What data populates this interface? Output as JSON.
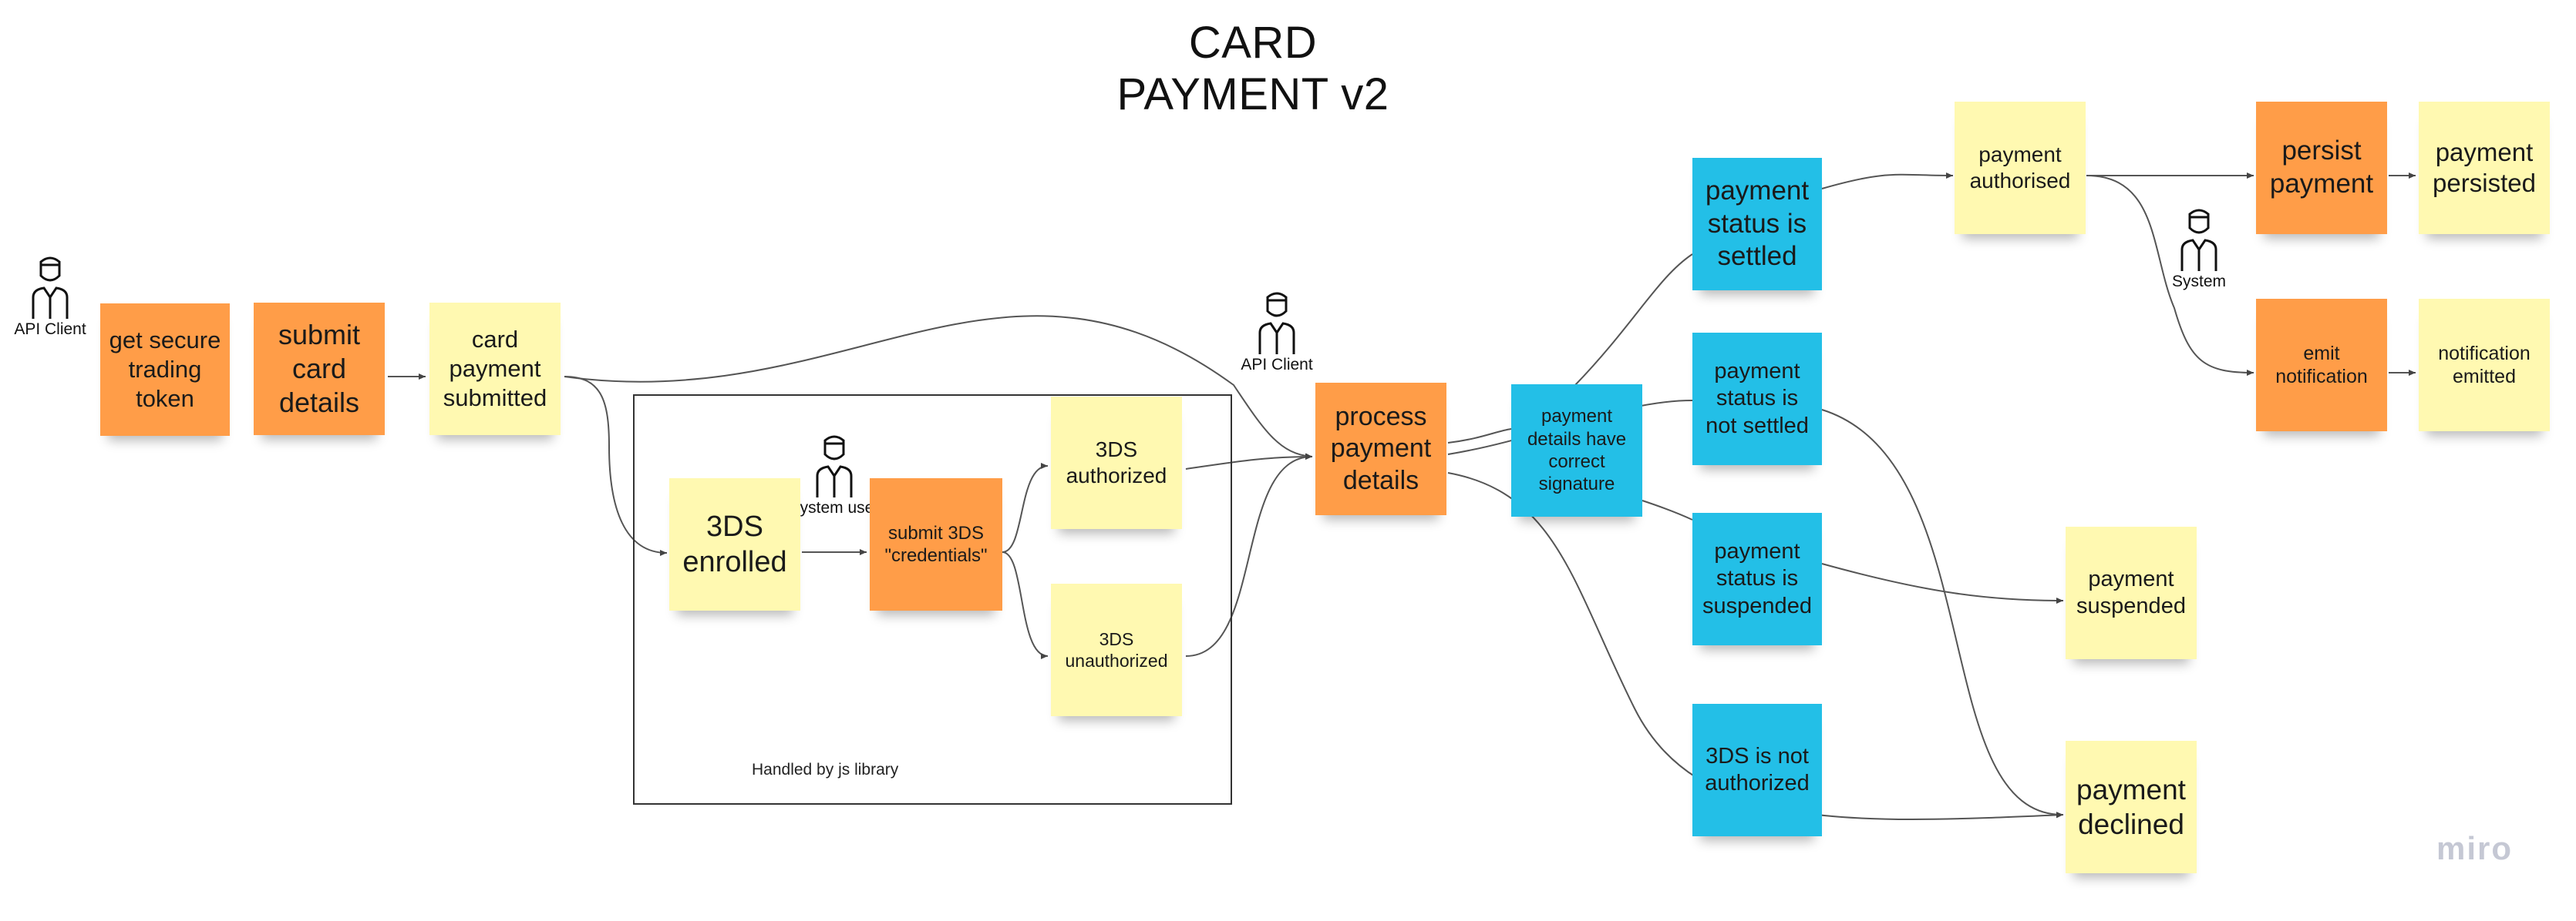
{
  "title": "CARD PAYMENT v2",
  "actors": {
    "api_client_1": "API Client",
    "api_client_2": "API Client",
    "system_user": "System user",
    "system": "System"
  },
  "frame_label": "Handled by js library",
  "stickies": {
    "get_token": "get secure trading token",
    "submit_card": "submit card details",
    "card_submitted": "card payment submitted",
    "threeds_enrolled": "3DS enrolled",
    "submit_3ds": "submit 3DS \"credentials\"",
    "threeds_authorized": "3DS authorized",
    "threeds_unauthorized": "3DS unauthorized",
    "process_payment": "process payment details",
    "correct_signature": "payment details have correct signature",
    "status_settled": "payment status is settled",
    "status_not_settled": "payment status is not settled",
    "status_suspended": "payment status is suspended",
    "threeds_not_authorized": "3DS is not authorized",
    "payment_authorised": "payment authorised",
    "persist_payment": "persist payment",
    "payment_persisted": "payment persisted",
    "emit_notification": "emit notification",
    "notification_emitted": "notification emitted",
    "payment_suspended": "payment suspended",
    "payment_declined": "payment declined"
  },
  "colors": {
    "command": "#ff9d48",
    "event": "#fff9b1",
    "policy": "#23bfe7",
    "connector": "#555555"
  },
  "logo": "miro",
  "icons": [
    "person-icon"
  ]
}
